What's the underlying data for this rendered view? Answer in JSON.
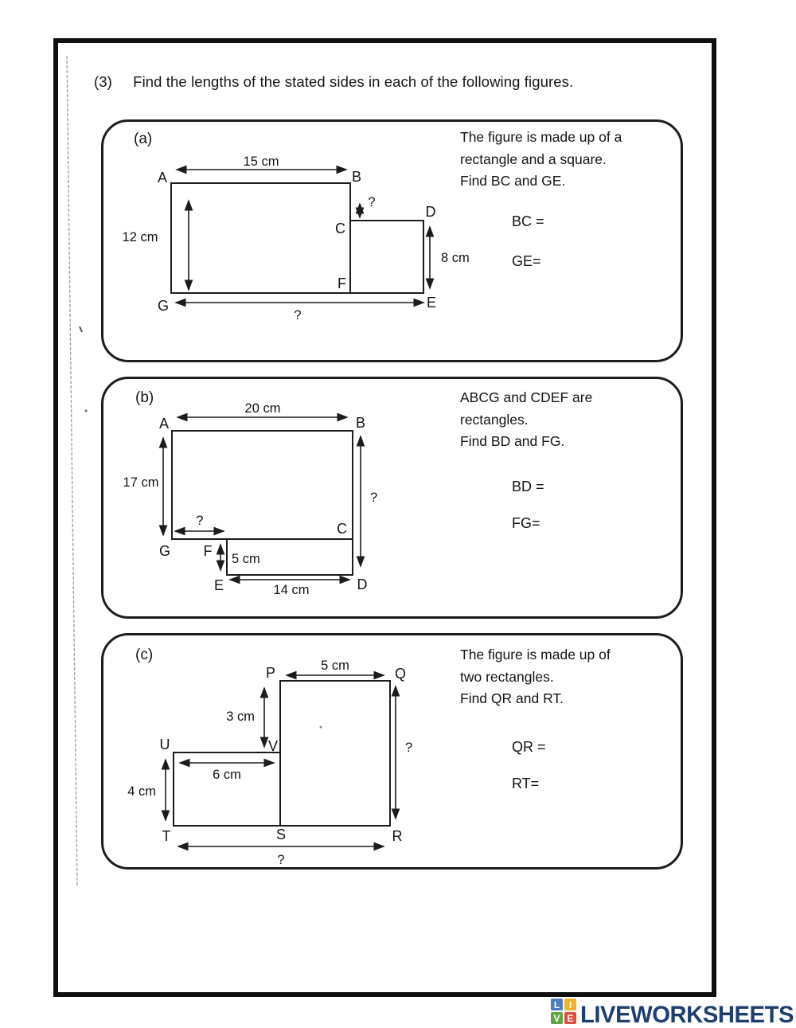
{
  "heading": {
    "number": "(3)",
    "text": "Find the lengths of the stated sides in each of the following figures."
  },
  "panels": [
    {
      "label": "(a)",
      "desc": [
        "The figure is made up of a",
        "rectangle and a square.",
        "Find BC and GE."
      ],
      "answers": [
        "BC =",
        "GE="
      ],
      "vertices": {
        "A": "A",
        "B": "B",
        "C": "C",
        "D": "D",
        "E": "E",
        "F": "F",
        "G": "G"
      },
      "dims": {
        "top": "15 cm",
        "left": "12 cm",
        "bc": "?",
        "right": "8 cm",
        "bottom": "?"
      }
    },
    {
      "label": "(b)",
      "desc": [
        "ABCG and CDEF are",
        "rectangles.",
        "Find BD and FG."
      ],
      "answers": [
        "BD =",
        "FG="
      ],
      "vertices": {
        "A": "A",
        "B": "B",
        "C": "C",
        "D": "D",
        "E": "E",
        "F": "F",
        "G": "G"
      },
      "dims": {
        "top": "20 cm",
        "left": "17 cm",
        "right": "?",
        "fg": "?",
        "fe": "5 cm",
        "bottom": "14 cm"
      }
    },
    {
      "label": "(c)",
      "desc": [
        "The figure is made up of",
        "two rectangles.",
        "Find QR and RT."
      ],
      "answers": [
        "QR =",
        "RT="
      ],
      "vertices": {
        "P": "P",
        "Q": "Q",
        "R": "R",
        "S": "S",
        "T": "T",
        "U": "U",
        "V": "V"
      },
      "dims": {
        "top": "5 cm",
        "pv": "3 cm",
        "uv": "6 cm",
        "left": "4 cm",
        "right": "?",
        "bottom": "?"
      }
    }
  ],
  "footer": {
    "brand": "LIVEWORKSHEETS",
    "brand_color": "#1e3e6e",
    "squares": [
      {
        "letter": "L",
        "color": "#4a7dc0"
      },
      {
        "letter": "I",
        "color": "#f3b229"
      },
      {
        "letter": "V",
        "color": "#63a546"
      },
      {
        "letter": "E",
        "color": "#e84c3d"
      }
    ]
  }
}
